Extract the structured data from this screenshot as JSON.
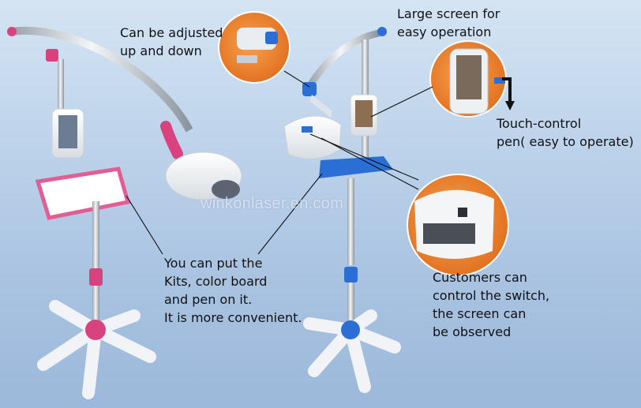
{
  "callouts": {
    "adjust": "Can be adjusted\nup and down",
    "screen": "Large screen for\neasy operation",
    "pen": "Touch-control\npen( easy to operate)",
    "tray": "You can put the\nKits, color board\nand pen on it.\nIt is more convenient.",
    "switch": "Customers can\ncontrol the switch,\nthe screen can\nbe observed"
  },
  "watermark": "winkonlaser.en.com",
  "colors": {
    "background": "#b8cfe8",
    "left_accent": "#d8437f",
    "right_accent": "#2b6fd6",
    "zoom_circle": "#f08a2c"
  }
}
